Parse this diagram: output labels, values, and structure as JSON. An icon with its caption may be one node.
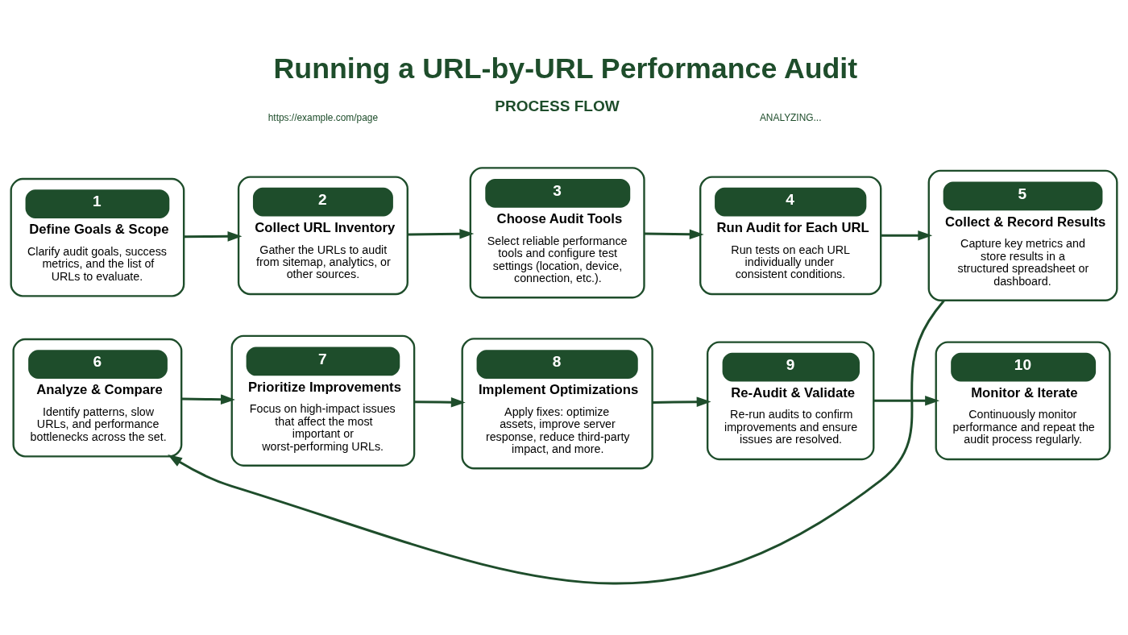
{
  "diagram": {
    "title": "Running a URL-by-URL Performance Audit",
    "nodes": [
      {
        "text": [
          "1",
          "Define Goals & Scope",
          "Clarify audit goals, success metrics, and the list of URLs to evaluate."
        ]
      },
      {
        "text": [
          "2",
          "Collect URL Inventory",
          "Gather the URLs to audit from sitemap, analytics, or other sources."
        ]
      },
      {
        "text": [
          "3",
          "Choose Audit Tools",
          "Select reliable performance tools and configure test settings (location, device, connection, etc.)."
        ]
      },
      {
        "text": [
          "4",
          "Run Audit for Each URL",
          "Run tests on each URL individually under consistent conditions."
        ]
      },
      {
        "text": [
          "5",
          "Collect & Record Results",
          "Capture key metrics and store results in a structured spreadsheet or dashboard."
        ]
      },
      {
        "text": [
          "6",
          "Analyze & Compare",
          "Identify patterns, slow URLs, and performance bottlenecks across the set."
        ]
      },
      {
        "text": [
          "7",
          "Prioritize Improvements",
          "Focus on high-impact issues that affect the most important or worst-performing URLs."
        ]
      },
      {
        "text": [
          "8",
          "Implement Optimizations",
          "Apply fixes: optimize assets, improve server response, reduce third-party impact, and more."
        ]
      },
      {
        "text": [
          "9",
          "Re-Audit & Validate",
          "Re-run audits to confirm improvements and ensure issues are resolved."
        ]
      },
      {
        "text": [
          "10",
          "Monitor & Iterate",
          "Continuously monitor performance and repeat the audit process regularly."
        ]
      }
    ],
    "edges": [
      {
        "from": 0,
        "to": 1,
        "arrow": "to"
      },
      {
        "from": 1,
        "to": 2,
        "arrow": "to"
      },
      {
        "from": 2,
        "to": 3,
        "arrow": "to"
      },
      {
        "from": 3,
        "to": 4,
        "arrow": "to"
      },
      {
        "from": 4,
        "to": 5,
        "arrow": "to"
      },
      {
        "from": 5,
        "to": 6,
        "arrow": "to"
      },
      {
        "from": 6,
        "to": 7,
        "arrow": "to"
      },
      {
        "from": 7,
        "to": 8,
        "arrow": "to"
      },
      {
        "from": 8,
        "to": 9,
        "arrow": "to"
      }
    ],
    "labels": [
      "PROCESS FLOW",
      "https://example.com/page",
      "ANALYZING..."
    ]
  }
}
